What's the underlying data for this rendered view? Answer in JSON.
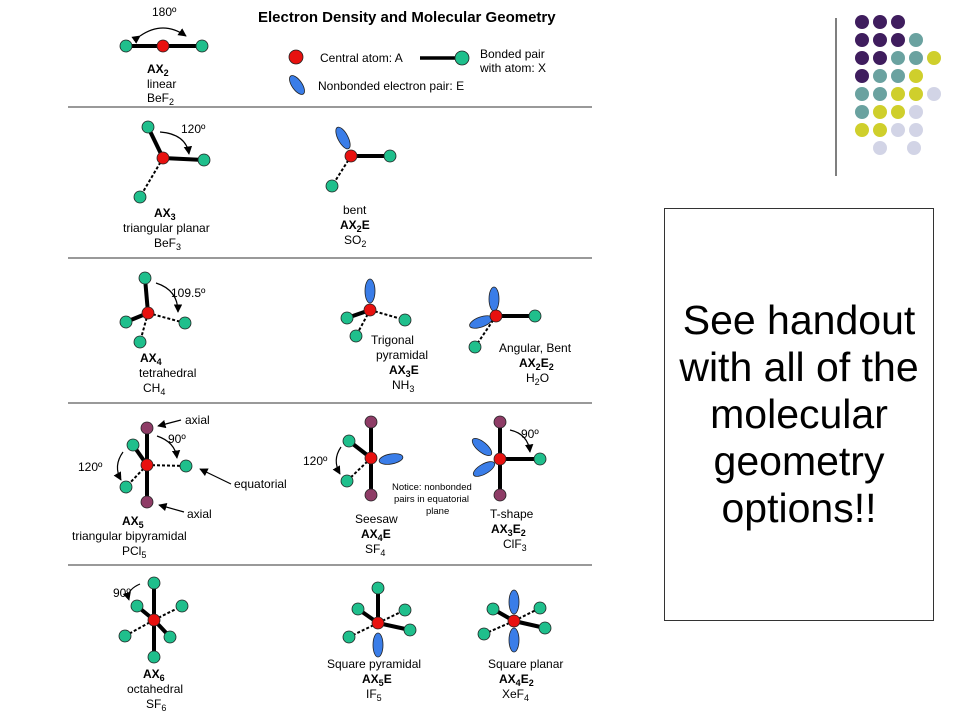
{
  "title": "Electron Density and Molecular Geometry",
  "legend": {
    "central": "Central atom: A",
    "bonded": [
      "Bonded pair",
      "with atom: X"
    ],
    "lone": "Nonbonded electron pair: E"
  },
  "angles": {
    "linear": "180º",
    "trigonal": "120º",
    "tetrahedral": "109.5º",
    "tbp_90": "90º",
    "tbp_120": "120º",
    "seesaw_120": "120º",
    "tshape_90": "90º",
    "octa_90": "90º"
  },
  "labels": {
    "axial_top": "axial",
    "axial_bottom": "axial",
    "equatorial": "equatorial",
    "notice": [
      "Notice: nonbonded",
      "pairs in equatorial",
      "plane"
    ]
  },
  "shapes": {
    "ax2": {
      "formula": [
        "AX",
        "2",
        ""
      ],
      "name": "linear",
      "example": [
        "BeF",
        "2"
      ]
    },
    "ax3": {
      "formula": [
        "AX",
        "3",
        ""
      ],
      "name": "triangular planar",
      "example": [
        "BeF",
        "3"
      ]
    },
    "ax2e": {
      "name": "bent",
      "formula": [
        "AX",
        "2",
        "E"
      ],
      "example": [
        "SO",
        "2"
      ]
    },
    "ax4": {
      "formula": [
        "AX",
        "4",
        ""
      ],
      "name": "tetrahedral",
      "example": [
        "CH",
        "4"
      ]
    },
    "ax3e": {
      "name_lines": [
        "Trigonal",
        "pyramidal"
      ],
      "formula": [
        "AX",
        "3",
        "E"
      ],
      "example": [
        "NH",
        "3"
      ]
    },
    "ax2e2": {
      "name": "Angular, Bent",
      "formula": [
        "AX",
        "2",
        "E",
        "2"
      ],
      "example": [
        "H",
        "2",
        "O"
      ]
    },
    "ax5": {
      "formula": [
        "AX",
        "5",
        ""
      ],
      "name": "triangular bipyramidal",
      "example": [
        "PCl",
        "5"
      ]
    },
    "ax4e": {
      "name": "Seesaw",
      "formula": [
        "AX",
        "4",
        "E"
      ],
      "example": [
        "SF",
        "4"
      ]
    },
    "ax3e2": {
      "name": "T-shape",
      "formula": [
        "AX",
        "3",
        "E",
        "2"
      ],
      "example": [
        "ClF",
        "3"
      ]
    },
    "ax6": {
      "formula": [
        "AX",
        "6",
        ""
      ],
      "name": "octahedral",
      "example": [
        "SF",
        "6"
      ]
    },
    "ax5e": {
      "name": "Square pyramidal",
      "formula": [
        "AX",
        "5",
        "E"
      ],
      "example": [
        "IF",
        "5"
      ]
    },
    "ax4e2": {
      "name": "Square planar",
      "formula": [
        "AX",
        "4",
        "E",
        "2"
      ],
      "example": [
        "XeF",
        "4"
      ]
    }
  },
  "handout": "See handout with all of the molecular geometry options!!",
  "colors": {
    "central": "#e8110f",
    "bonded": "#1fbf8c",
    "lone": "#3a7de8",
    "axial": "#8e3c66",
    "dot_purple": "#3f1d5e",
    "dot_teal": "#6aa2a0",
    "dot_yellow": "#cfcf2c",
    "dot_lavender": "#d2d4e6"
  },
  "decor_dots": [
    [
      "dot_purple",
      "dot_purple",
      "dot_purple"
    ],
    [
      "dot_purple",
      "dot_purple",
      "dot_purple",
      "dot_teal"
    ],
    [
      "dot_purple",
      "dot_purple",
      "dot_teal",
      "dot_teal",
      "dot_yellow"
    ],
    [
      "dot_purple",
      "dot_teal",
      "dot_teal",
      "dot_yellow"
    ],
    [
      "dot_teal",
      "dot_teal",
      "dot_yellow",
      "dot_yellow",
      "dot_lavender"
    ],
    [
      "dot_teal",
      "dot_yellow",
      "dot_yellow",
      "dot_lavender"
    ],
    [
      "dot_yellow",
      "dot_yellow",
      "dot_lavender",
      "dot_lavender"
    ],
    [
      "dot_lavender",
      "dot_lavender"
    ]
  ]
}
